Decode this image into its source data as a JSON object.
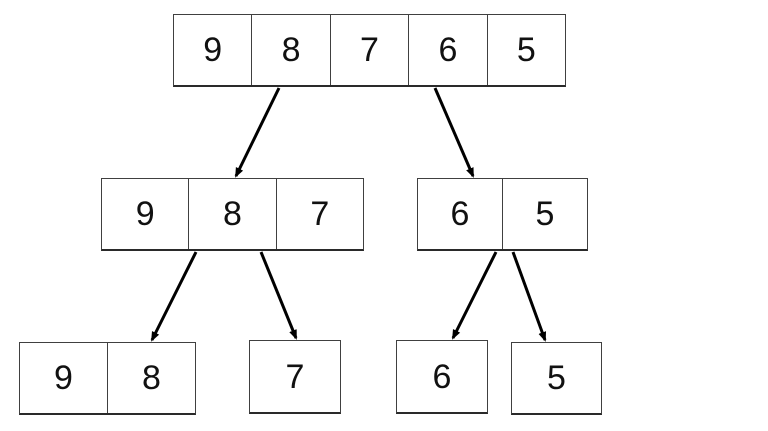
{
  "diagram": {
    "root": {
      "cells": [
        "9",
        "8",
        "7",
        "6",
        "5"
      ]
    },
    "left_child": {
      "cells": [
        "9",
        "8",
        "7"
      ]
    },
    "right_child": {
      "cells": [
        "6",
        "5"
      ]
    },
    "left_left": {
      "cells": [
        "9",
        "8"
      ]
    },
    "left_right": {
      "cells": [
        "7"
      ]
    },
    "right_left": {
      "cells": [
        "6"
      ]
    },
    "right_right": {
      "cells": [
        "5"
      ]
    }
  },
  "colors": {
    "stroke": "#000000",
    "border": "#404040",
    "text": "#111111",
    "background": "#ffffff"
  }
}
